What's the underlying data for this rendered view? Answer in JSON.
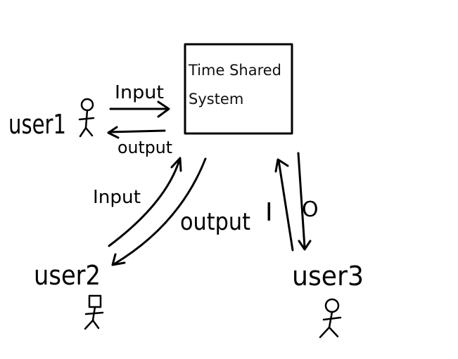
{
  "system": {
    "line1": "Time Shared",
    "line2": "System"
  },
  "users": {
    "user1": "user1",
    "user2": "user2",
    "user3": "user3"
  },
  "labels": {
    "input": "Input",
    "output": "output",
    "i": "I",
    "o": "O"
  },
  "colors": {
    "ink": "#000000",
    "background": "#ffffff"
  }
}
